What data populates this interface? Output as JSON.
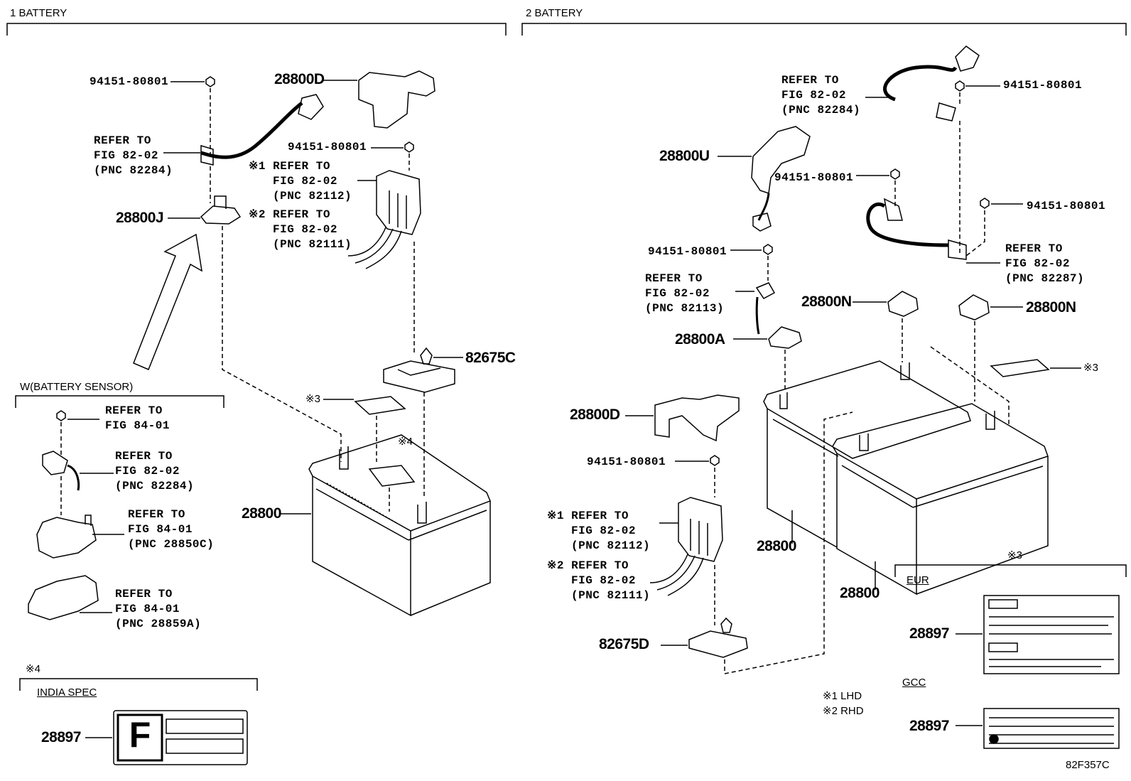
{
  "sections": {
    "battery1": "1 BATTERY",
    "battery2": "2 BATTERY",
    "sensor": "W(BATTERY SENSOR)",
    "india_mark": "※4",
    "india": "INDIA SPEC",
    "mark3": "※3",
    "eur": "EUR",
    "gcc": "GCC"
  },
  "legend": {
    "lhd": "※1 LHD",
    "rhd": "※2 RHD"
  },
  "figure_id": "82F357C",
  "india_label_letter": "F",
  "parts": {
    "nut": "94151-80801",
    "p28800D": "28800D",
    "p28800J": "28800J",
    "p28800": "28800",
    "p82675C": "82675C",
    "p82675D": "82675D",
    "p28800U": "28800U",
    "p28800A": "28800A",
    "p28800N": "28800N",
    "p28897": "28897"
  },
  "marks": {
    "m3": "※3",
    "m4": "※4"
  },
  "refs": {
    "r82284": [
      "REFER TO",
      "FIG 82-02",
      "(PNC 82284)"
    ],
    "r82112": [
      "※1 REFER TO",
      "FIG 82-02",
      "(PNC 82112)"
    ],
    "r82111": [
      "※2 REFER TO",
      "FIG 82-02",
      "(PNC 82111)"
    ],
    "r8401": [
      "REFER TO",
      "FIG 84-01"
    ],
    "r28850C": [
      "REFER TO",
      "FIG 84-01",
      "(PNC 28850C)"
    ],
    "r28859A": [
      "REFER TO",
      "FIG 84-01",
      "(PNC 28859A)"
    ],
    "r82113": [
      "REFER TO",
      "FIG 82-02",
      "(PNC 82113)"
    ],
    "r82287": [
      "REFER TO",
      "FIG 82-02",
      "(PNC 82287)"
    ]
  },
  "colors": {
    "ink": "#000000",
    "background": "#ffffff"
  }
}
